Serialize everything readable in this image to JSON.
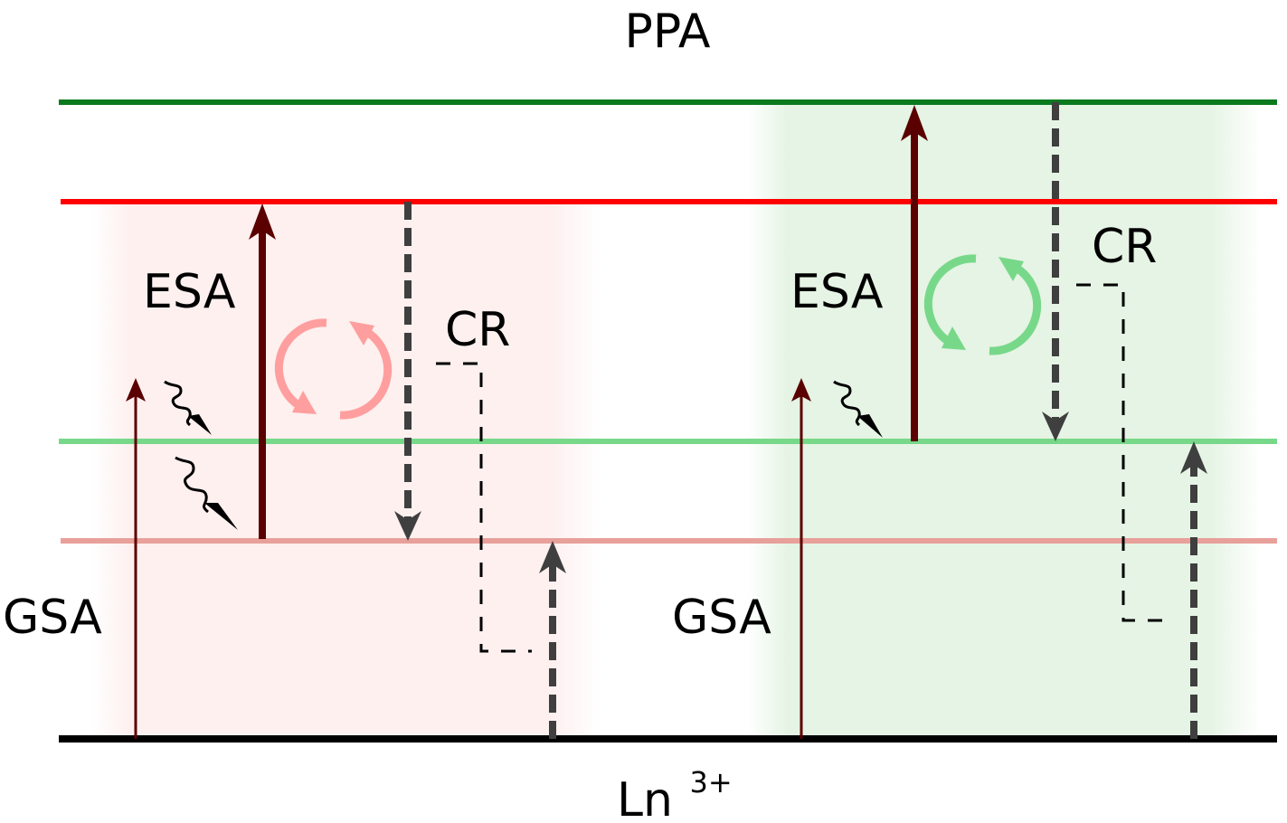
{
  "title": "PPA",
  "ion_label": {
    "base": "Ln",
    "superscript": "3+"
  },
  "energy_levels": [
    {
      "id": "level-4",
      "color": "#0a7a1e"
    },
    {
      "id": "level-3",
      "color": "#ff0000"
    },
    {
      "id": "level-2",
      "color": "#78d88a"
    },
    {
      "id": "level-1",
      "color": "#e8a09a"
    },
    {
      "id": "ground",
      "color": "#000000"
    }
  ],
  "panels": [
    {
      "id": "left",
      "shade_color": "#fdf0ef",
      "cycle_color": "#ff9e9e",
      "labels": {
        "esa": "ESA",
        "gsa": "GSA",
        "cr": "CR"
      }
    },
    {
      "id": "right",
      "shade_color": "#e5f4e4",
      "cycle_color": "#78d88a",
      "labels": {
        "esa": "ESA",
        "gsa": "GSA",
        "cr": "CR"
      }
    }
  ],
  "colors": {
    "absorption_arrow": "#5a0000",
    "cr_arrow": "#3f3f3f",
    "guide_dash": "#000000",
    "relaxation": "#000000"
  }
}
